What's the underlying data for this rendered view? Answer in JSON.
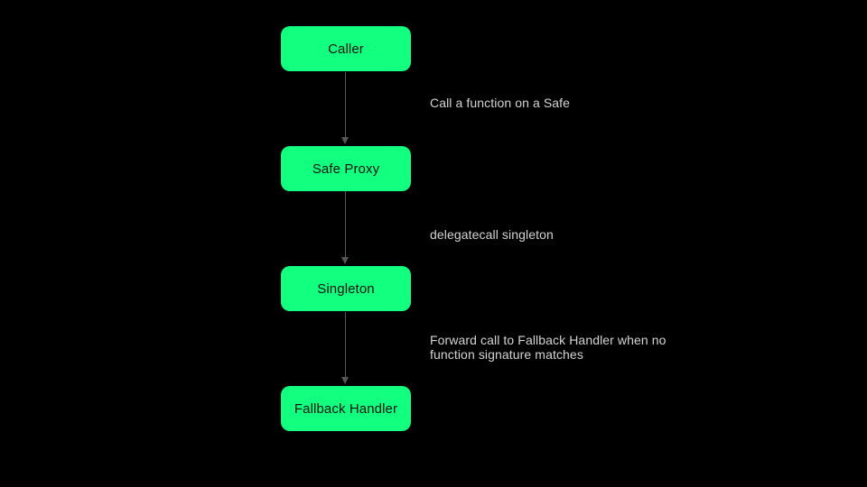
{
  "diagram": {
    "type": "flowchart-vertical",
    "colors": {
      "background": "#000000",
      "node_fill": "#12ff80",
      "node_text": "#0d120e",
      "edge_line": "#565656",
      "edge_label_text": "#d4d4d4"
    },
    "nodes": [
      {
        "id": "caller",
        "label": "Caller"
      },
      {
        "id": "safe-proxy",
        "label": "Safe Proxy"
      },
      {
        "id": "singleton",
        "label": "Singleton"
      },
      {
        "id": "fallback-handler",
        "label": "Fallback Handler"
      }
    ],
    "edges": [
      {
        "from": "caller",
        "to": "safe-proxy",
        "label": "Call a function on a Safe"
      },
      {
        "from": "safe-proxy",
        "to": "singleton",
        "label": "delegatecall singleton"
      },
      {
        "from": "singleton",
        "to": "fallback-handler",
        "label": "Forward call to Fallback Handler when no function signature matches"
      }
    ]
  }
}
